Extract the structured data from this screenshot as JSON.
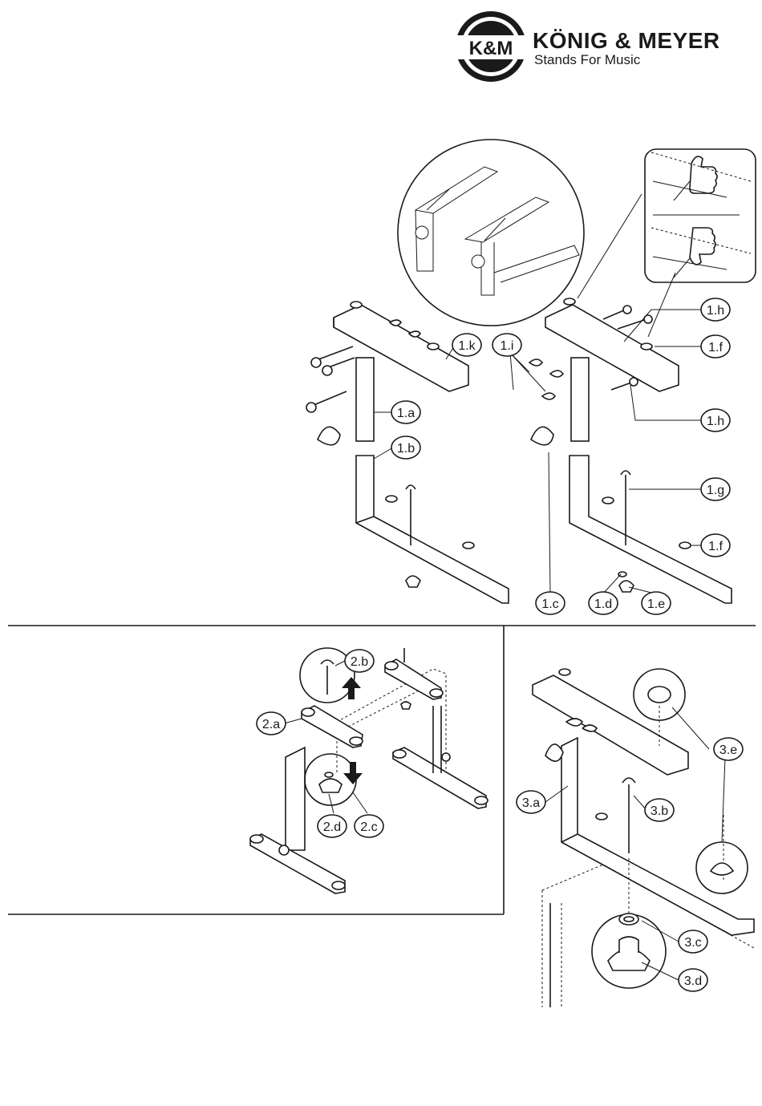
{
  "brand": {
    "logo_text": "K&M",
    "name": "KÖNIG & MEYER",
    "tagline": "Stands For Music"
  },
  "callouts": {
    "step1": [
      "1.a",
      "1.b",
      "1.c",
      "1.d",
      "1.e",
      "1.f",
      "1.f",
      "1.g",
      "1.h",
      "1.h",
      "1.i",
      "1.k"
    ],
    "step2": [
      "2.a",
      "2.b",
      "2.c",
      "2.d"
    ],
    "step3": [
      "3.a",
      "3.b",
      "3.c",
      "3.d",
      "3.e"
    ]
  },
  "icons": [
    "thumbs-up-icon",
    "thumbs-down-icon",
    "arrow-up-icon",
    "arrow-down-icon"
  ]
}
